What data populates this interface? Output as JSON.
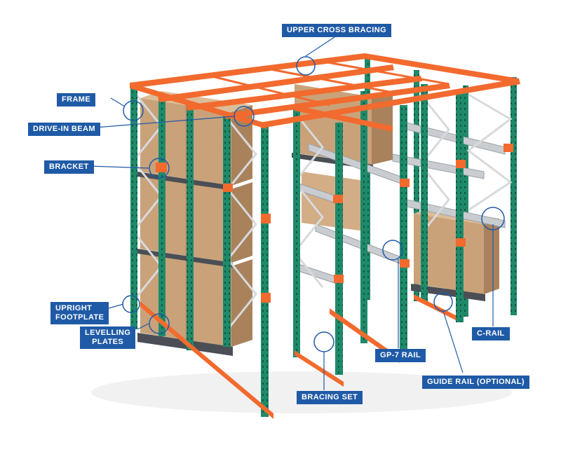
{
  "labels": {
    "upper_cross_bracing": "UPPER CROSS BRACING",
    "frame": "FRAME",
    "drive_in_beam": "DRIVE-IN BEAM",
    "bracket": "BRACKET",
    "upright_footplate": [
      "UPRIGHT",
      "FOOTPLATE"
    ],
    "levelling_plates": [
      "LEVELLING",
      "PLATES"
    ],
    "bracing_set": "BRACING SET",
    "gp7_rail": "GP-7 RAIL",
    "c_rail": "C-RAIL",
    "guide_rail": "GUIDE RAIL (OPTIONAL)"
  },
  "colors": {
    "label_bg": "#1f5aa6",
    "label_text": "#ffffff",
    "upright_green": "#1f8a6a",
    "beam_orange": "#f26a2e",
    "box_brown": "#c9a27a",
    "pallet_gray": "#4b4f55",
    "rail_gray": "#c9cdd2"
  }
}
